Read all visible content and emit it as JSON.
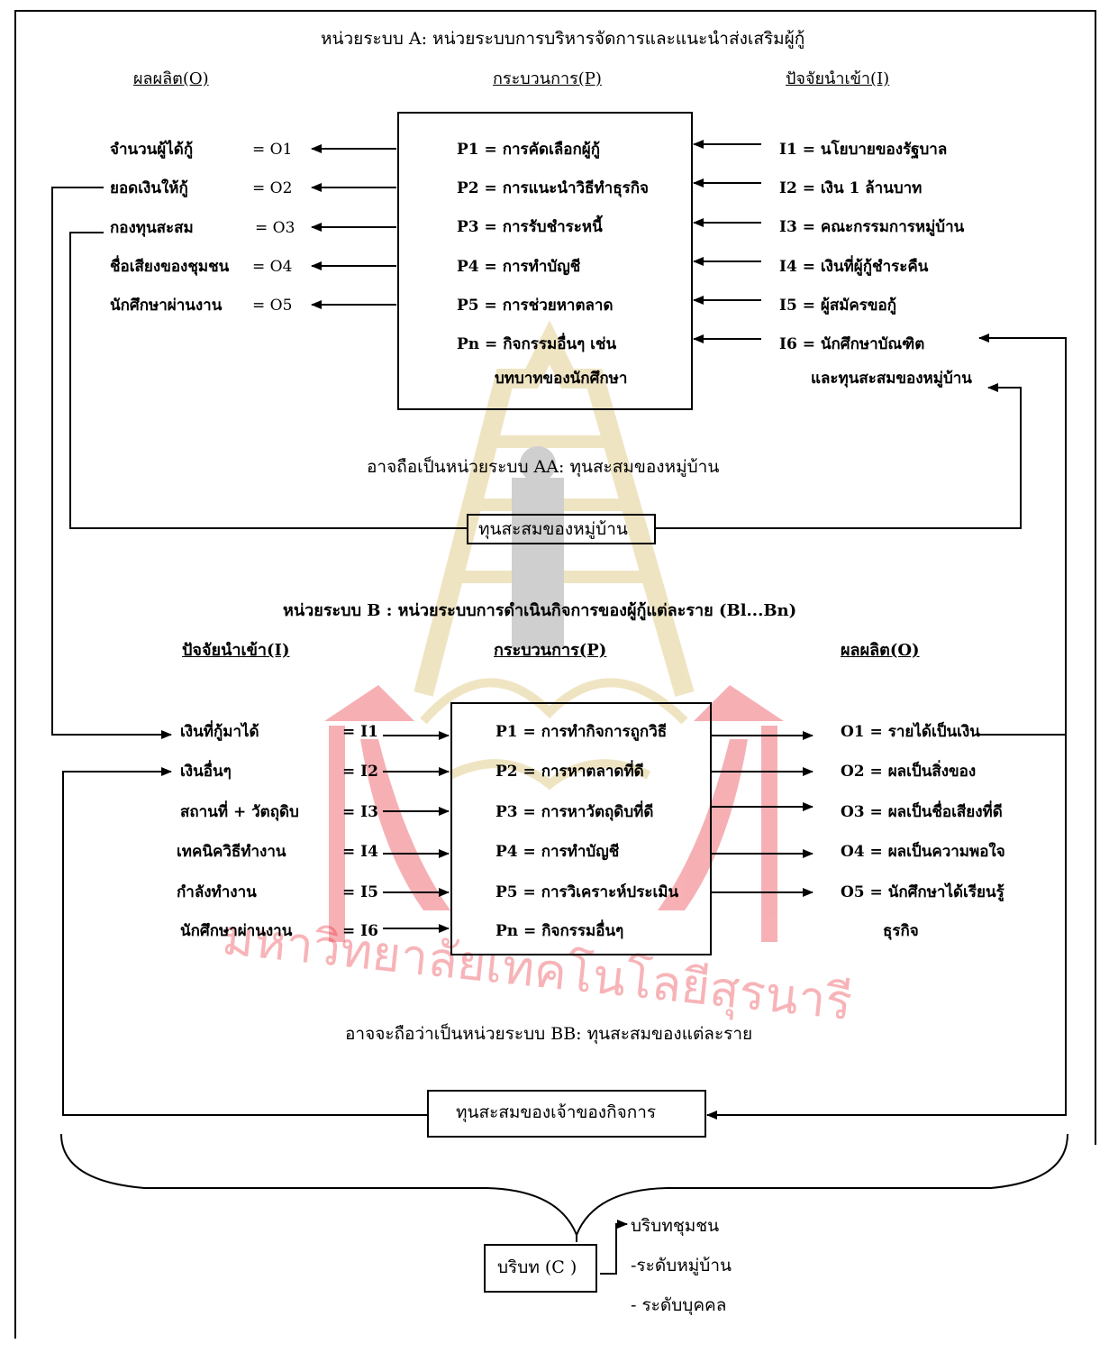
{
  "systemA": {
    "title": "หน่วยระบบ A: หน่วยระบบการบริหารจัดการและแนะนำส่งเสริมผู้กู้",
    "headers": {
      "output": "ผลผลิต(O)",
      "process": "กระบวนการ(P)",
      "input": "ปัจจัยนำเข้า(I)"
    },
    "outputs": [
      {
        "label": "จำนวนผู้ได้กู้",
        "code": "= O1"
      },
      {
        "label": "ยอดเงินให้กู้",
        "code": "= O2"
      },
      {
        "label": "กองทุนสะสม",
        "code": "= O3"
      },
      {
        "label": "ชื่อเสียงของชุมชน",
        "code": "= O4"
      },
      {
        "label": "นักศึกษาผ่านงาน",
        "code": "= O5"
      }
    ],
    "processes": [
      "P1 = การคัดเลือกผู้กู้",
      "P2 = การแนะนำวิธีทำธุรกิจ",
      "P3 = การรับชำระหนี้",
      "P4 = การทำบัญชี",
      "P5 = การช่วยหาตลาด",
      "Pn = กิจกรรมอื่นๆ เช่น",
      "บทบาทของนักศึกษา"
    ],
    "inputs": [
      "I1 = นโยบายของรัฐบาล",
      "I2 = เงิน 1 ล้านบาท",
      "I3 = คณะกรรมการหมู่บ้าน",
      "I4 = เงินที่ผู้กู้ชำระคืน",
      "I5 = ผู้สมัครขอกู้",
      "I6 =  นักศึกษาบัณฑิต",
      "และทุนสะสมของหมู่บ้าน"
    ],
    "note": "อาจถือเป็นหน่วยระบบ AA: ทุนสะสมของหมู่บ้าน",
    "capital_box": "ทุนสะสมของหมู่บ้าน"
  },
  "systemB": {
    "title": "หน่วยระบบ B : หน่วยระบบการดำเนินกิจการของผู้กู้แต่ละราย (Bl...Bn)",
    "headers": {
      "input": "ปัจจัยนำเข้า(I)",
      "process": "กระบวนการ(P)",
      "output": "ผลผลิต(O)"
    },
    "inputs": [
      {
        "label": "เงินที่กู้มาได้",
        "code": "= I1"
      },
      {
        "label": "เงินอื่นๆ",
        "code": "= I2"
      },
      {
        "label": "สถานที่ + วัตถุดิบ",
        "code": "= I3"
      },
      {
        "label": "เทคนิควิธีทำงาน",
        "code": "= I4"
      },
      {
        "label": "กำลังทำงาน",
        "code": "= I5"
      },
      {
        "label": "นักศึกษาผ่านงาน",
        "code": "= I6"
      }
    ],
    "processes": [
      "P1 = การทำกิจการถูกวิธี",
      "P2 = การหาตลาดที่ดี",
      "P3 = การหาวัตถุดิบที่ดี",
      "P4 = การทำบัญชี",
      "P5 = การวิเคราะห์ประเมิน",
      "Pn = กิจกรรมอื่นๆ"
    ],
    "outputs": [
      "O1 = รายได้เป็นเงิน",
      "O2 = ผลเป็นสิ่งของ",
      "O3 = ผลเป็นชื่อเสียงที่ดี",
      "O4 = ผลเป็นความพอใจ",
      "O5 =  นักศึกษาได้เรียนรู้",
      "ธุรกิจ"
    ],
    "note": "อาจจะถือว่าเป็นหน่วยระบบ BB: ทุนสะสมของแต่ละราย",
    "capital_box": "ทุนสะสมของเจ้าของกิจการ"
  },
  "context": {
    "box": "บริบท (C )",
    "items": [
      "บริบทชุมชน",
      "-ระดับหมู่บ้าน",
      "- ระดับบุคคล"
    ]
  },
  "watermark": {
    "text": "มหาวิทยาลัยเทคโนโลยีสุรนารี",
    "color": "#e8202a",
    "gold": "#c9a227"
  }
}
